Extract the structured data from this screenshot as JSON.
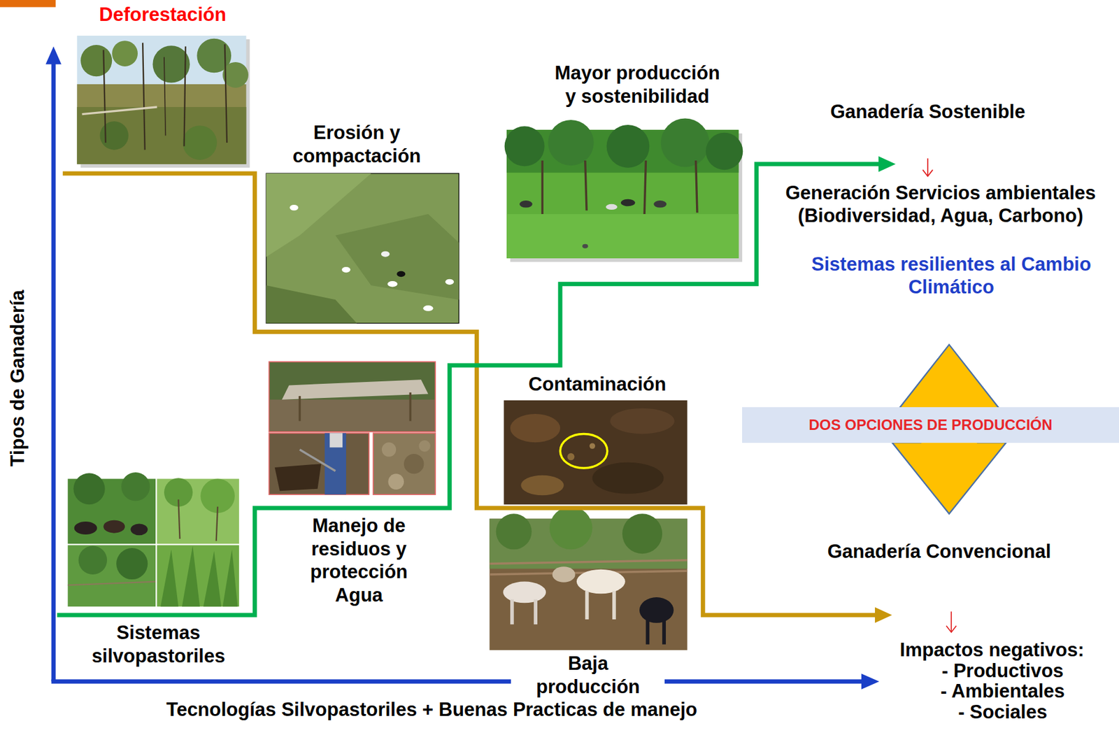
{
  "diagram": {
    "nodes": [
      {
        "text": [
          "Deforestación"
        ]
      },
      {
        "text": [
          "Erosión y compactación"
        ]
      },
      {
        "text": [
          "Mayor producción y sostenibilidad"
        ]
      },
      {
        "text": [
          "Manejo de residuos y protección Agua"
        ]
      },
      {
        "text": [
          "Contaminación"
        ]
      },
      {
        "text": [
          "Sistemas silvopastoriles"
        ]
      },
      {
        "text": [
          "Baja producción"
        ]
      },
      {
        "text": [
          "DOS OPCIONES DE PRODUCCIÓN"
        ]
      }
    ],
    "labels": [
      "Tipos de Ganadería",
      "Tecnologías Silvopastoriles + Buenas Practicas de manejo",
      "Ganadería Sostenible",
      "Generación Servicios ambientales (Biodiversidad, Agua, Carbono)",
      "Sistemas resilientes al Cambio Climático",
      "Ganadería Convencional",
      "Impactos negativos:",
      "- Productivos",
      "- Ambientales",
      "- Sociales"
    ]
  }
}
